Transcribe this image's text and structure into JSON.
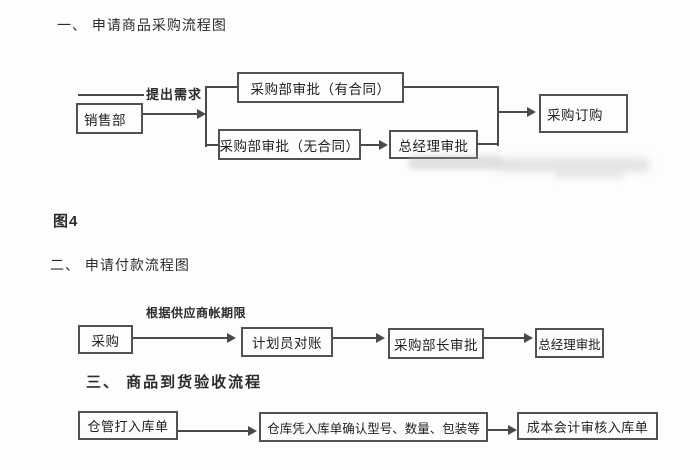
{
  "page": {
    "background_color": "#fdfdfd",
    "line_color": "#4a4a4a",
    "text_color": "#262626"
  },
  "sections": {
    "s1_heading": "一、 申请商品采购流程图",
    "figure_label": "图4",
    "s2_heading": "二、 申请付款流程图",
    "s3_heading": "三、 商品到货验收流程"
  },
  "flow1": {
    "arrow_label": "提出需求",
    "boxes": {
      "sales": "销售部",
      "approval_with_contract": "采购部审批（有合同）",
      "approval_no_contract": "采购部审批（无合同）",
      "gm_approval": "总经理审批",
      "purchase_order": "采购订购"
    }
  },
  "flow2": {
    "arrow_label": "根据供应商帐期限",
    "boxes": {
      "purchasing": "采购",
      "planner_reconciliation": "计划员对账",
      "dept_head_approval": "采购部长审批",
      "gm_approval": "总经理审批"
    }
  },
  "flow3": {
    "boxes": {
      "warehouse_entry": "仓管打入库单",
      "warehouse_confirm": "仓库凭入库单确认型号、数量、包装等",
      "cost_accounting_review": "成本会计审核入库单"
    }
  }
}
